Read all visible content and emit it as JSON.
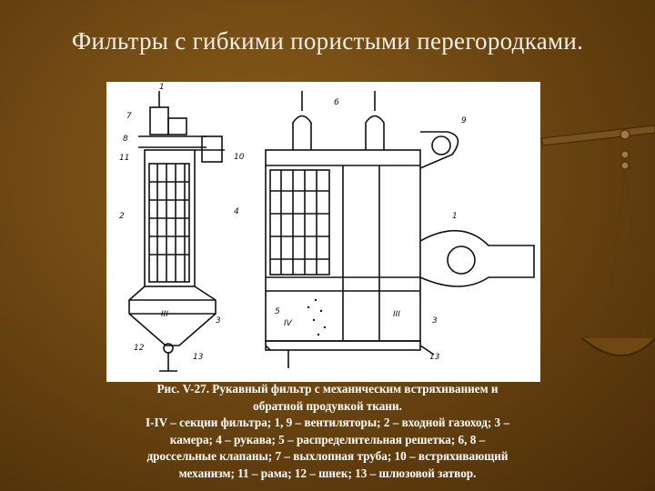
{
  "slide": {
    "title": "Фильтры с гибкими пористыми перегородками."
  },
  "figure": {
    "labels": [
      "1",
      "7",
      "8",
      "11",
      "2",
      "4",
      "III",
      "3",
      "12",
      "13",
      "6",
      "9",
      "10",
      "5",
      "IV",
      "1",
      "3",
      "13",
      "III"
    ]
  },
  "caption": {
    "line1": "Рис. V-27. Рукавный фильтр с механическим встряхиванием и",
    "line2": "обратной продувкой ткани.",
    "line3_prefix": "I-IV",
    "line3_rest": " – секции фильтра; 1, 9 – вентиляторы; 2 – входной газоход; 3 –",
    "line4": "камера; 4 – рукава; 5 – распределительная решетка; 6, 8 –",
    "line5": "дроссельные клапаны; 7 – выхлопная труба; 10 – встряхивающий",
    "line6": "механизм; 11 – рама; 12 – шнек; 13 – шлюзовой затвор."
  }
}
